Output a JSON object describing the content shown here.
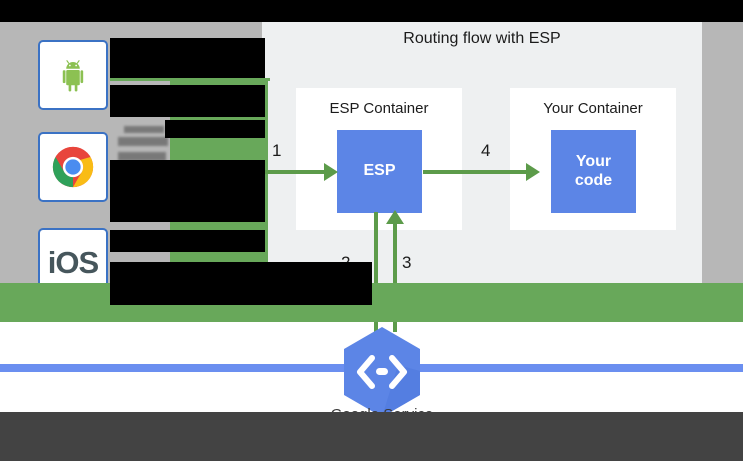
{
  "diagram": {
    "title": "Routing flow with ESP",
    "containers": [
      {
        "name": "esp-container",
        "title": "ESP Container",
        "box_label": "ESP"
      },
      {
        "name": "your-container",
        "title": "Your Container",
        "box_label_line1": "Your",
        "box_label_line2": "code"
      }
    ],
    "arrow_labels": [
      "1",
      "2",
      "3",
      "4"
    ],
    "clients": [
      {
        "name": "android",
        "icon": "android-icon",
        "label": ""
      },
      {
        "name": "chrome",
        "icon": "chrome-icon",
        "label": ""
      },
      {
        "name": "ios",
        "icon": "ios-icon",
        "label": "iOS"
      }
    ],
    "service_logo": {
      "icon": "google-service-control-hexagon-icon",
      "caption": "Google Service\nControl API"
    },
    "colors": {
      "accent_blue": "#5c85e6",
      "arrow_green": "#5c9b4a",
      "band_green": "#68a85a",
      "rule_blue": "#6b8ff0",
      "card_bg": "#eef0f1",
      "page_gray": "#b7b7b7",
      "bottom_bar": "#434343",
      "tile_border": "#3b72c4"
    }
  }
}
